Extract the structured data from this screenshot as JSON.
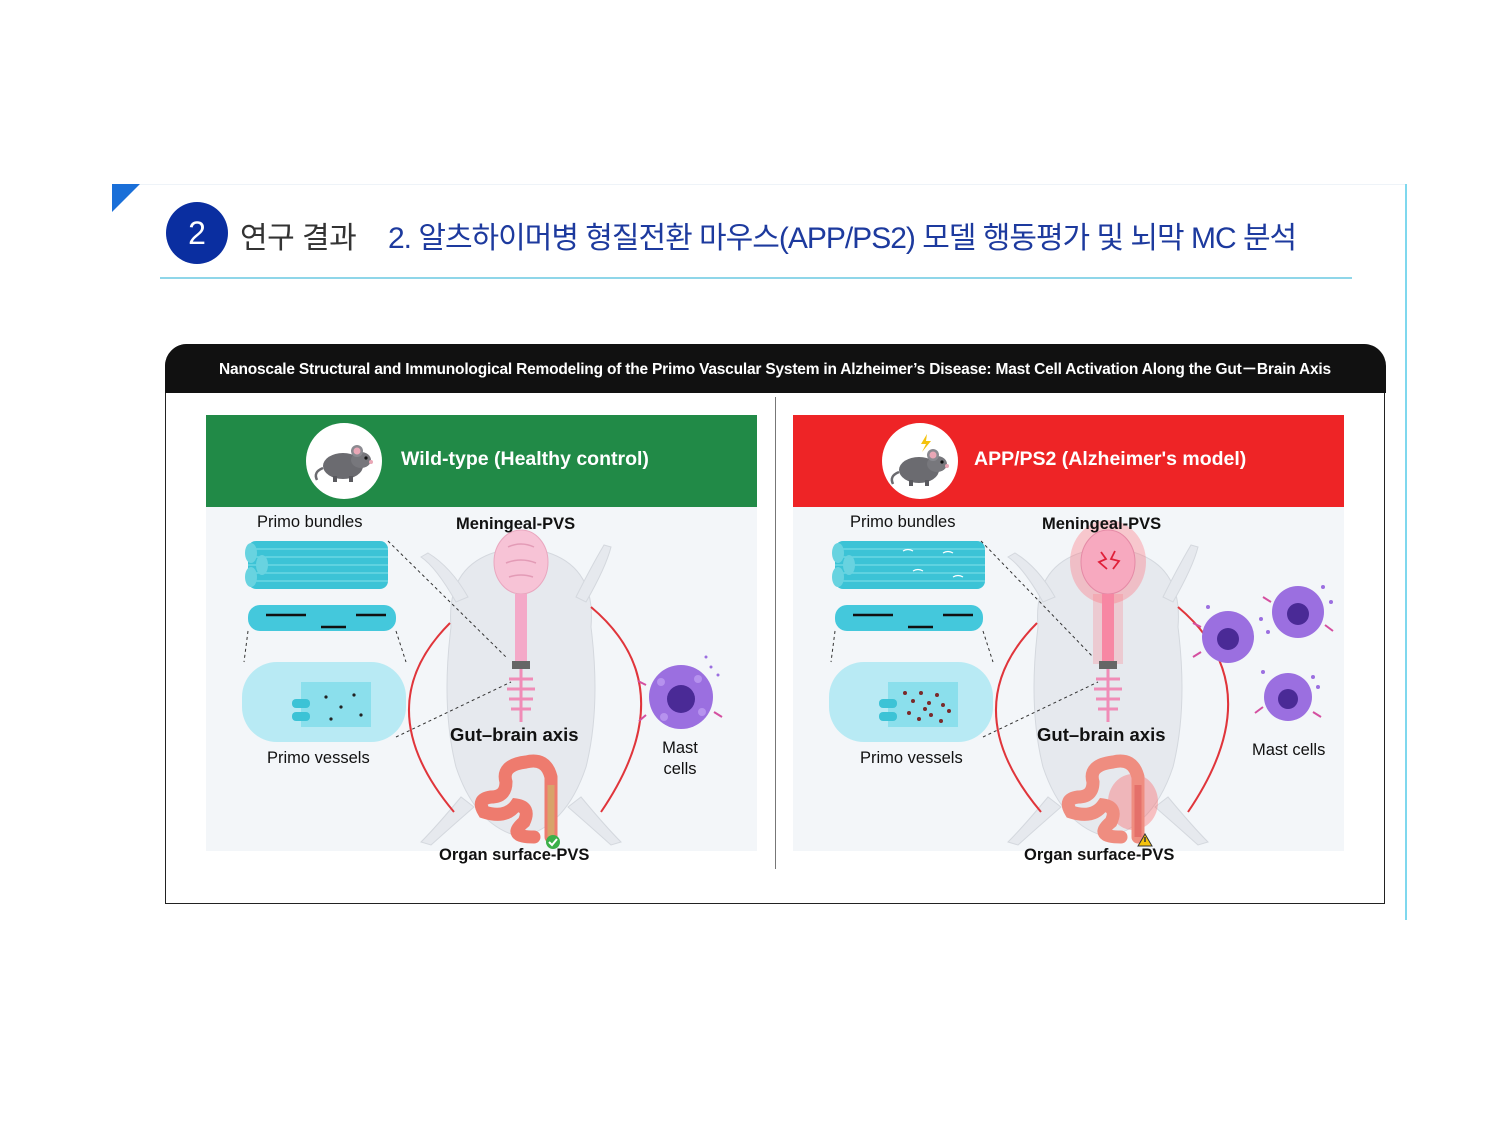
{
  "section": {
    "number": "2",
    "label": "연구 결과",
    "title": "2. 알츠하이머병 형질전환 마우스(APP/PS2) 모델 행동평가 및 뇌막 MC 분석"
  },
  "figure": {
    "title": "Nanoscale Structural and Immunological Remodeling of the Primo Vascular System in Alzheimer’s Disease: Mast Cell Activation Along the Gut－Brain Axis",
    "panels": {
      "left": {
        "title": "Wild-type (Healthy control)",
        "color": "#218a47",
        "primo_bundles": "Primo bundles",
        "meningeal": "Meningeal-PVS",
        "gut_brain": "Gut–brain axis",
        "primo_vessels": "Primo vessels",
        "mast_line1": "Mast",
        "mast_line2": "cells",
        "organ": "Organ surface-PVS",
        "status_icon": "check-icon"
      },
      "right": {
        "title": "APP/PS2 (Alzheimer's model)",
        "color": "#ee2426",
        "primo_bundles": "Primo bundles",
        "meningeal": "Meningeal-PVS",
        "gut_brain": "Gut–brain axis",
        "primo_vessels": "Primo vessels",
        "mast": "Mast cells",
        "organ": "Organ surface-PVS",
        "status_icon": "warning-icon"
      }
    }
  },
  "colors": {
    "accent_blue": "#0a2ea0",
    "title_blue": "#1d3a9e",
    "rule_cyan": "#8fd6e9",
    "bundle_cyan": "#3cc3d6",
    "mast_purple": "#9b6fe0"
  }
}
